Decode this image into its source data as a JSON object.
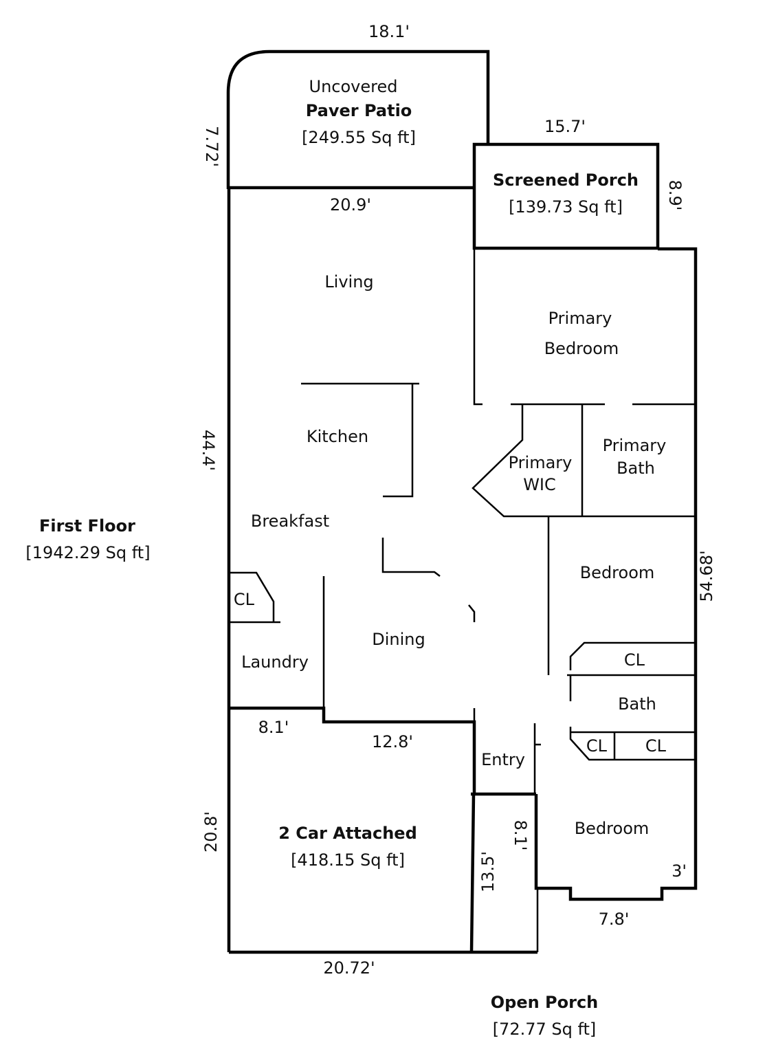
{
  "title": {
    "name": "First Floor",
    "area": "[1942.29 Sq ft]"
  },
  "rooms": {
    "patio": {
      "line1": "Uncovered",
      "line2": "Paver Patio",
      "area": "[249.55 Sq ft]"
    },
    "screened_porch": {
      "name": "Screened Porch",
      "area": "[139.73 Sq ft]"
    },
    "living": "Living",
    "primary_bedroom": {
      "line1": "Primary",
      "line2": "Bedroom"
    },
    "kitchen": "Kitchen",
    "primary_wic": {
      "line1": "Primary",
      "line2": "WIC"
    },
    "primary_bath": {
      "line1": "Primary",
      "line2": "Bath"
    },
    "breakfast": "Breakfast",
    "bedroom_1": "Bedroom",
    "closet_laundry": "CL",
    "dining": "Dining",
    "laundry": "Laundry",
    "closet_bath": "CL",
    "bath": "Bath",
    "closet_a": "CL",
    "closet_b": "CL",
    "entry": "Entry",
    "bedroom_2": "Bedroom",
    "garage": {
      "name": "2 Car Attached",
      "area": "[418.15 Sq ft]"
    },
    "open_porch": {
      "name": "Open Porch",
      "area": "[72.77 Sq ft]"
    }
  },
  "dimensions": {
    "patio_top": "18.1'",
    "patio_side": "7.72'",
    "porch_top": "15.7'",
    "porch_side": "8.9'",
    "living_top": "20.9'",
    "left_main": "44.4'",
    "right_main": "54.68'",
    "garage_top_left": "8.1'",
    "garage_top_right": "12.8'",
    "garage_side": "20.8'",
    "garage_bottom": "20.72'",
    "porch_depth": "13.5'",
    "porch_width": "8.1'",
    "bay_side": "3'",
    "bay_width": "7.8'"
  }
}
